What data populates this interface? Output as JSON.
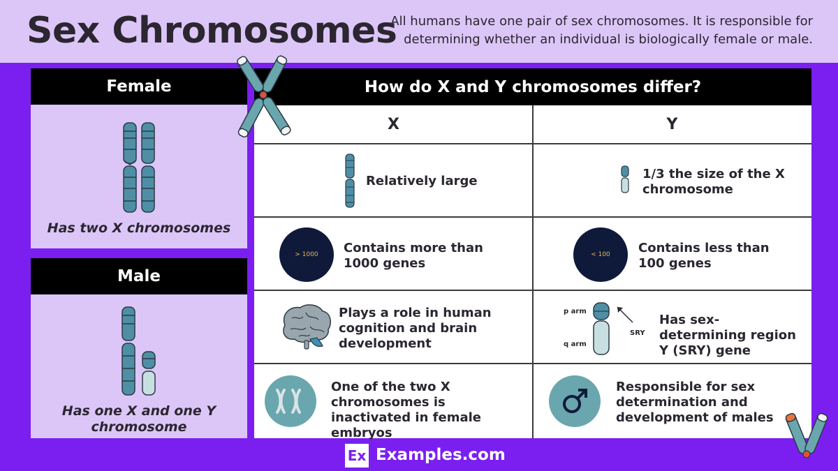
{
  "header": {
    "title": "Sex Chromosomes",
    "subtitle": "All humans have one pair of sex chromosomes. It is responsible for determining whether an individual is biologically female or male."
  },
  "female": {
    "heading": "Female",
    "caption": "Has two X chromosomes"
  },
  "male": {
    "heading": "Male",
    "caption": "Has one X and  one Y chromosome"
  },
  "comparison": {
    "heading": "How do X and Y chromosomes differ?",
    "x_header": "X",
    "y_header": "Y",
    "rows": [
      {
        "x": "Relatively large",
        "y": "1/3 the size of the X chromosome"
      },
      {
        "x": "Contains more than 1000 genes",
        "x_badge": "> 1000",
        "y": "Contains less than 100 genes",
        "y_badge": "< 100"
      },
      {
        "x": "Plays a role in human cognition and brain development",
        "y": "Has sex-determining region Y (SRY) gene",
        "y_labels": {
          "p_arm": "p arm",
          "q_arm": "q arm",
          "sry": "SRY"
        }
      },
      {
        "x": "One of the two X chromosomes is inactivated in female embryos",
        "y": "Responsible for sex determination and development of males"
      }
    ]
  },
  "footer": {
    "logo": "Ex",
    "brand": "Examples.com"
  },
  "colors": {
    "background": "#7a1ff0",
    "panel": "#dcc6f8",
    "chromosome_teal": "#4f8fa6",
    "dark_circle": "#0f1a3a",
    "teal_circle": "#6aa6ae"
  }
}
